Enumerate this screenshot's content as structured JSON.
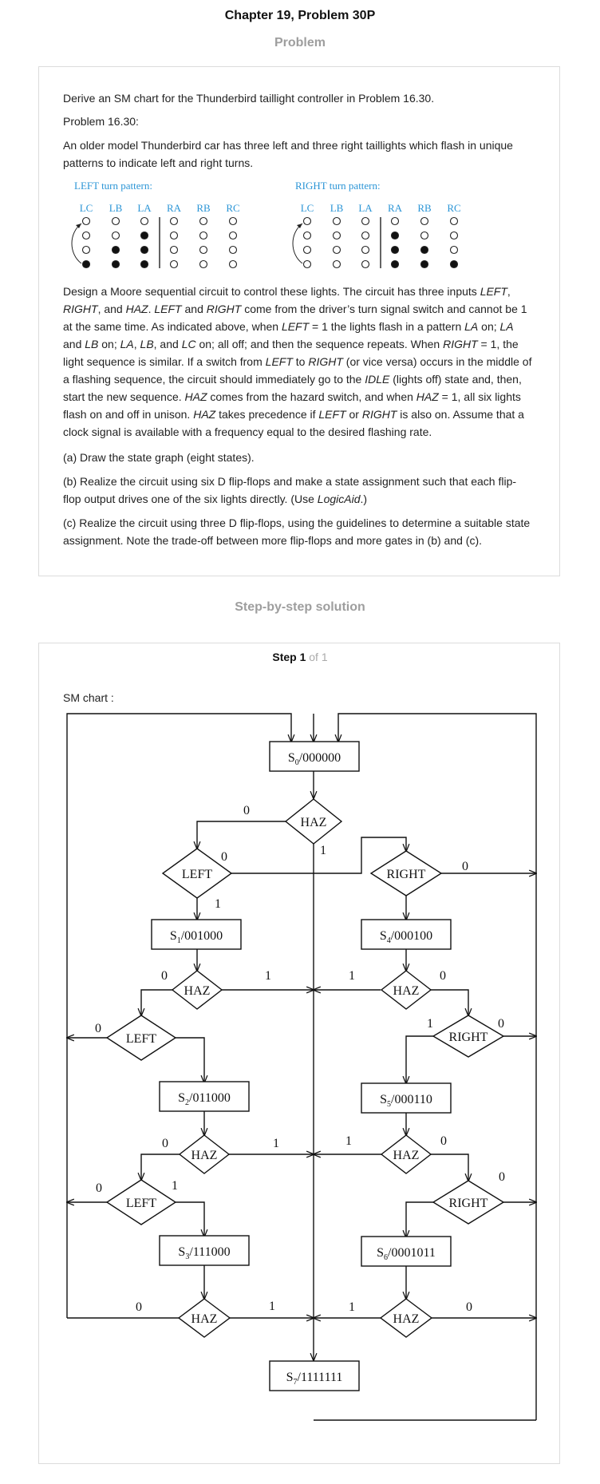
{
  "title": "Chapter 19, Problem 30P",
  "problem_heading": "Problem",
  "problem": {
    "p1": "Derive an SM chart for the Thunderbird taillight controller in Problem 16.30.",
    "p2": "Problem 16.30:",
    "p3": "An older model Thunderbird car has three left and three right taillights which flash in unique patterns to indicate left and right turns.",
    "left_pattern_label": "LEFT turn pattern:",
    "right_pattern_label": "RIGHT turn pattern:",
    "light_labels": [
      "LC",
      "LB",
      "LA",
      "RA",
      "RB",
      "RC"
    ],
    "p4": {
      "a": "Design a Moore sequential circuit to control these lights. The circuit has three inputs ",
      "b": "LEFT",
      "c": ", ",
      "d": "RIGHT",
      "e": ", and ",
      "f": "HAZ",
      "g": ". ",
      "h": "LEFT",
      "i": " and ",
      "j": "RIGHT",
      "k": " come from the driver’s turn signal switch and cannot be 1 at the same time. As indicated above, when ",
      "l": "LEFT",
      "m": " = 1 the lights flash in a pattern ",
      "n": "LA",
      "o": " on; ",
      "p": "LA",
      "q": " and ",
      "r": "LB",
      "s": " on; ",
      "t": "LA",
      "u": ", ",
      "v": "LB",
      "w": ", and ",
      "x": "LC",
      "y": " on; all off; and then the sequence repeats. When ",
      "z": "RIGHT",
      "aa": " = 1, the light sequence is similar. If a switch from ",
      "ab": "LEFT",
      "ac": " to ",
      "ad": "RIGHT",
      "ae": " (or vice versa) occurs in the middle of a flashing sequence, the circuit should immediately go to the ",
      "af": "IDLE",
      "ag": " (lights off) state and, then, start the new sequence. ",
      "ah": "HAZ",
      "ai": " comes from the hazard switch, and when ",
      "aj": "HAZ",
      "ak": " = 1, all six lights flash on and off in unison. ",
      "al": "HAZ",
      "am": " takes precedence if ",
      "an": "LEFT",
      "ao": " or ",
      "ap": "RIGHT",
      "aq": " is also on. Assume that a clock signal is available with a frequency equal to the desired flashing rate."
    },
    "pa": "(a) Draw the state graph (eight states).",
    "pb": {
      "a": "(b) Realize the circuit using six D flip-flops and make a state assignment such that each flip-flop output drives one of the six lights directly. (Use ",
      "b": "LogicAid",
      "c": ".)"
    },
    "pc": "(c) Realize the circuit using three D flip-flops, using the guidelines to determine a suitable state assignment. Note the trade-off between more flip-flops and more gates in (b) and (c)."
  },
  "solution_heading": "Step-by-step solution",
  "step": {
    "label": "Step 1",
    "of": "of 1"
  },
  "sm_label": "SM chart :",
  "sm_chart": {
    "states": [
      {
        "name": "S",
        "sub": "0",
        "code": "/000000"
      },
      {
        "name": "S",
        "sub": "1",
        "code": "/001000"
      },
      {
        "name": "S",
        "sub": "2",
        "code": "/011000"
      },
      {
        "name": "S",
        "sub": "3",
        "code": "/111000"
      },
      {
        "name": "S",
        "sub": "4",
        "code": "/000100"
      },
      {
        "name": "S",
        "sub": "5",
        "code": "/000110"
      },
      {
        "name": "S",
        "sub": "6",
        "code": "/0001011"
      },
      {
        "name": "S",
        "sub": "7",
        "code": "/1111111"
      }
    ],
    "decisions": {
      "haz": "HAZ",
      "left": "LEFT",
      "right": "RIGHT"
    },
    "zero": "0",
    "one": "1"
  }
}
